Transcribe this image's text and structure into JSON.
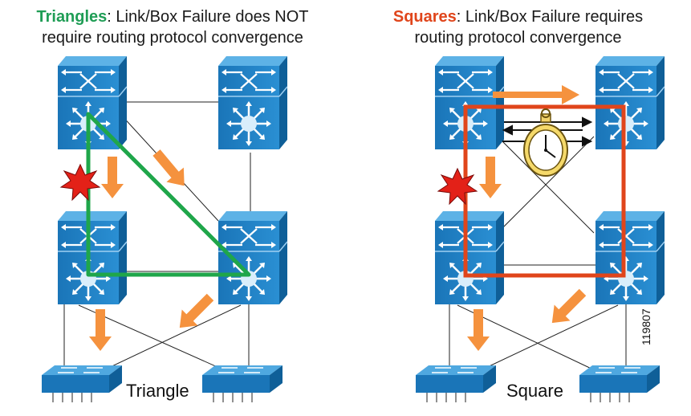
{
  "left": {
    "caption_keyword": "Triangles",
    "caption_line1": ": Link/Box Failure does NOT",
    "caption_line2": "require routing protocol convergence",
    "topology_label": "Triangle"
  },
  "right": {
    "caption_keyword": "Squares",
    "caption_line1": ": Link/Box Failure requires",
    "caption_line2": "routing protocol convergence",
    "topology_label": "Square"
  },
  "figure_id": "119807",
  "colors": {
    "device_blue": "#1f7fc1",
    "triangle_green": "#1fa64a",
    "square_red": "#e0451b",
    "arrow_orange": "#f5923e",
    "failure_red": "#e32118"
  },
  "icons": [
    "multilayer-switch-icon",
    "access-switch-icon",
    "failure-burst-icon",
    "stopwatch-icon",
    "flow-arrow-icon"
  ]
}
